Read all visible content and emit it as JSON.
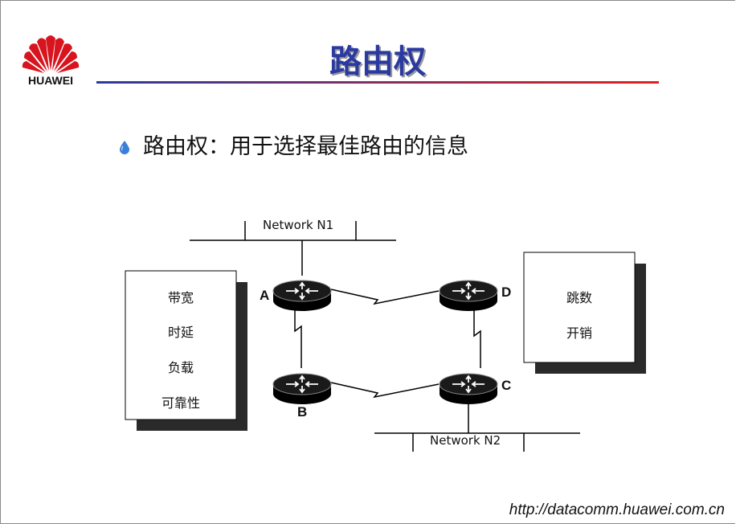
{
  "header": {
    "logo_text": "HUAWEI",
    "title": "路由权",
    "title_color": "#2b3aa0",
    "rule_colors": [
      "#2b3aa0",
      "#e02020"
    ]
  },
  "bullet": {
    "icon": "water-drop-icon",
    "text": "路由权：用于选择最佳路由的信息"
  },
  "diagram": {
    "networks": [
      {
        "id": "n1",
        "label": "Network N1"
      },
      {
        "id": "n2",
        "label": "Network N2"
      }
    ],
    "routers": [
      {
        "id": "A",
        "label": "A"
      },
      {
        "id": "B",
        "label": "B"
      },
      {
        "id": "C",
        "label": "C"
      },
      {
        "id": "D",
        "label": "D"
      }
    ],
    "left_box": [
      "带宽",
      "时延",
      "负载",
      "可靠性"
    ],
    "right_box": [
      "跳数",
      "开销"
    ]
  },
  "footer": {
    "url": "http://datacomm.huawei.com.cn"
  }
}
